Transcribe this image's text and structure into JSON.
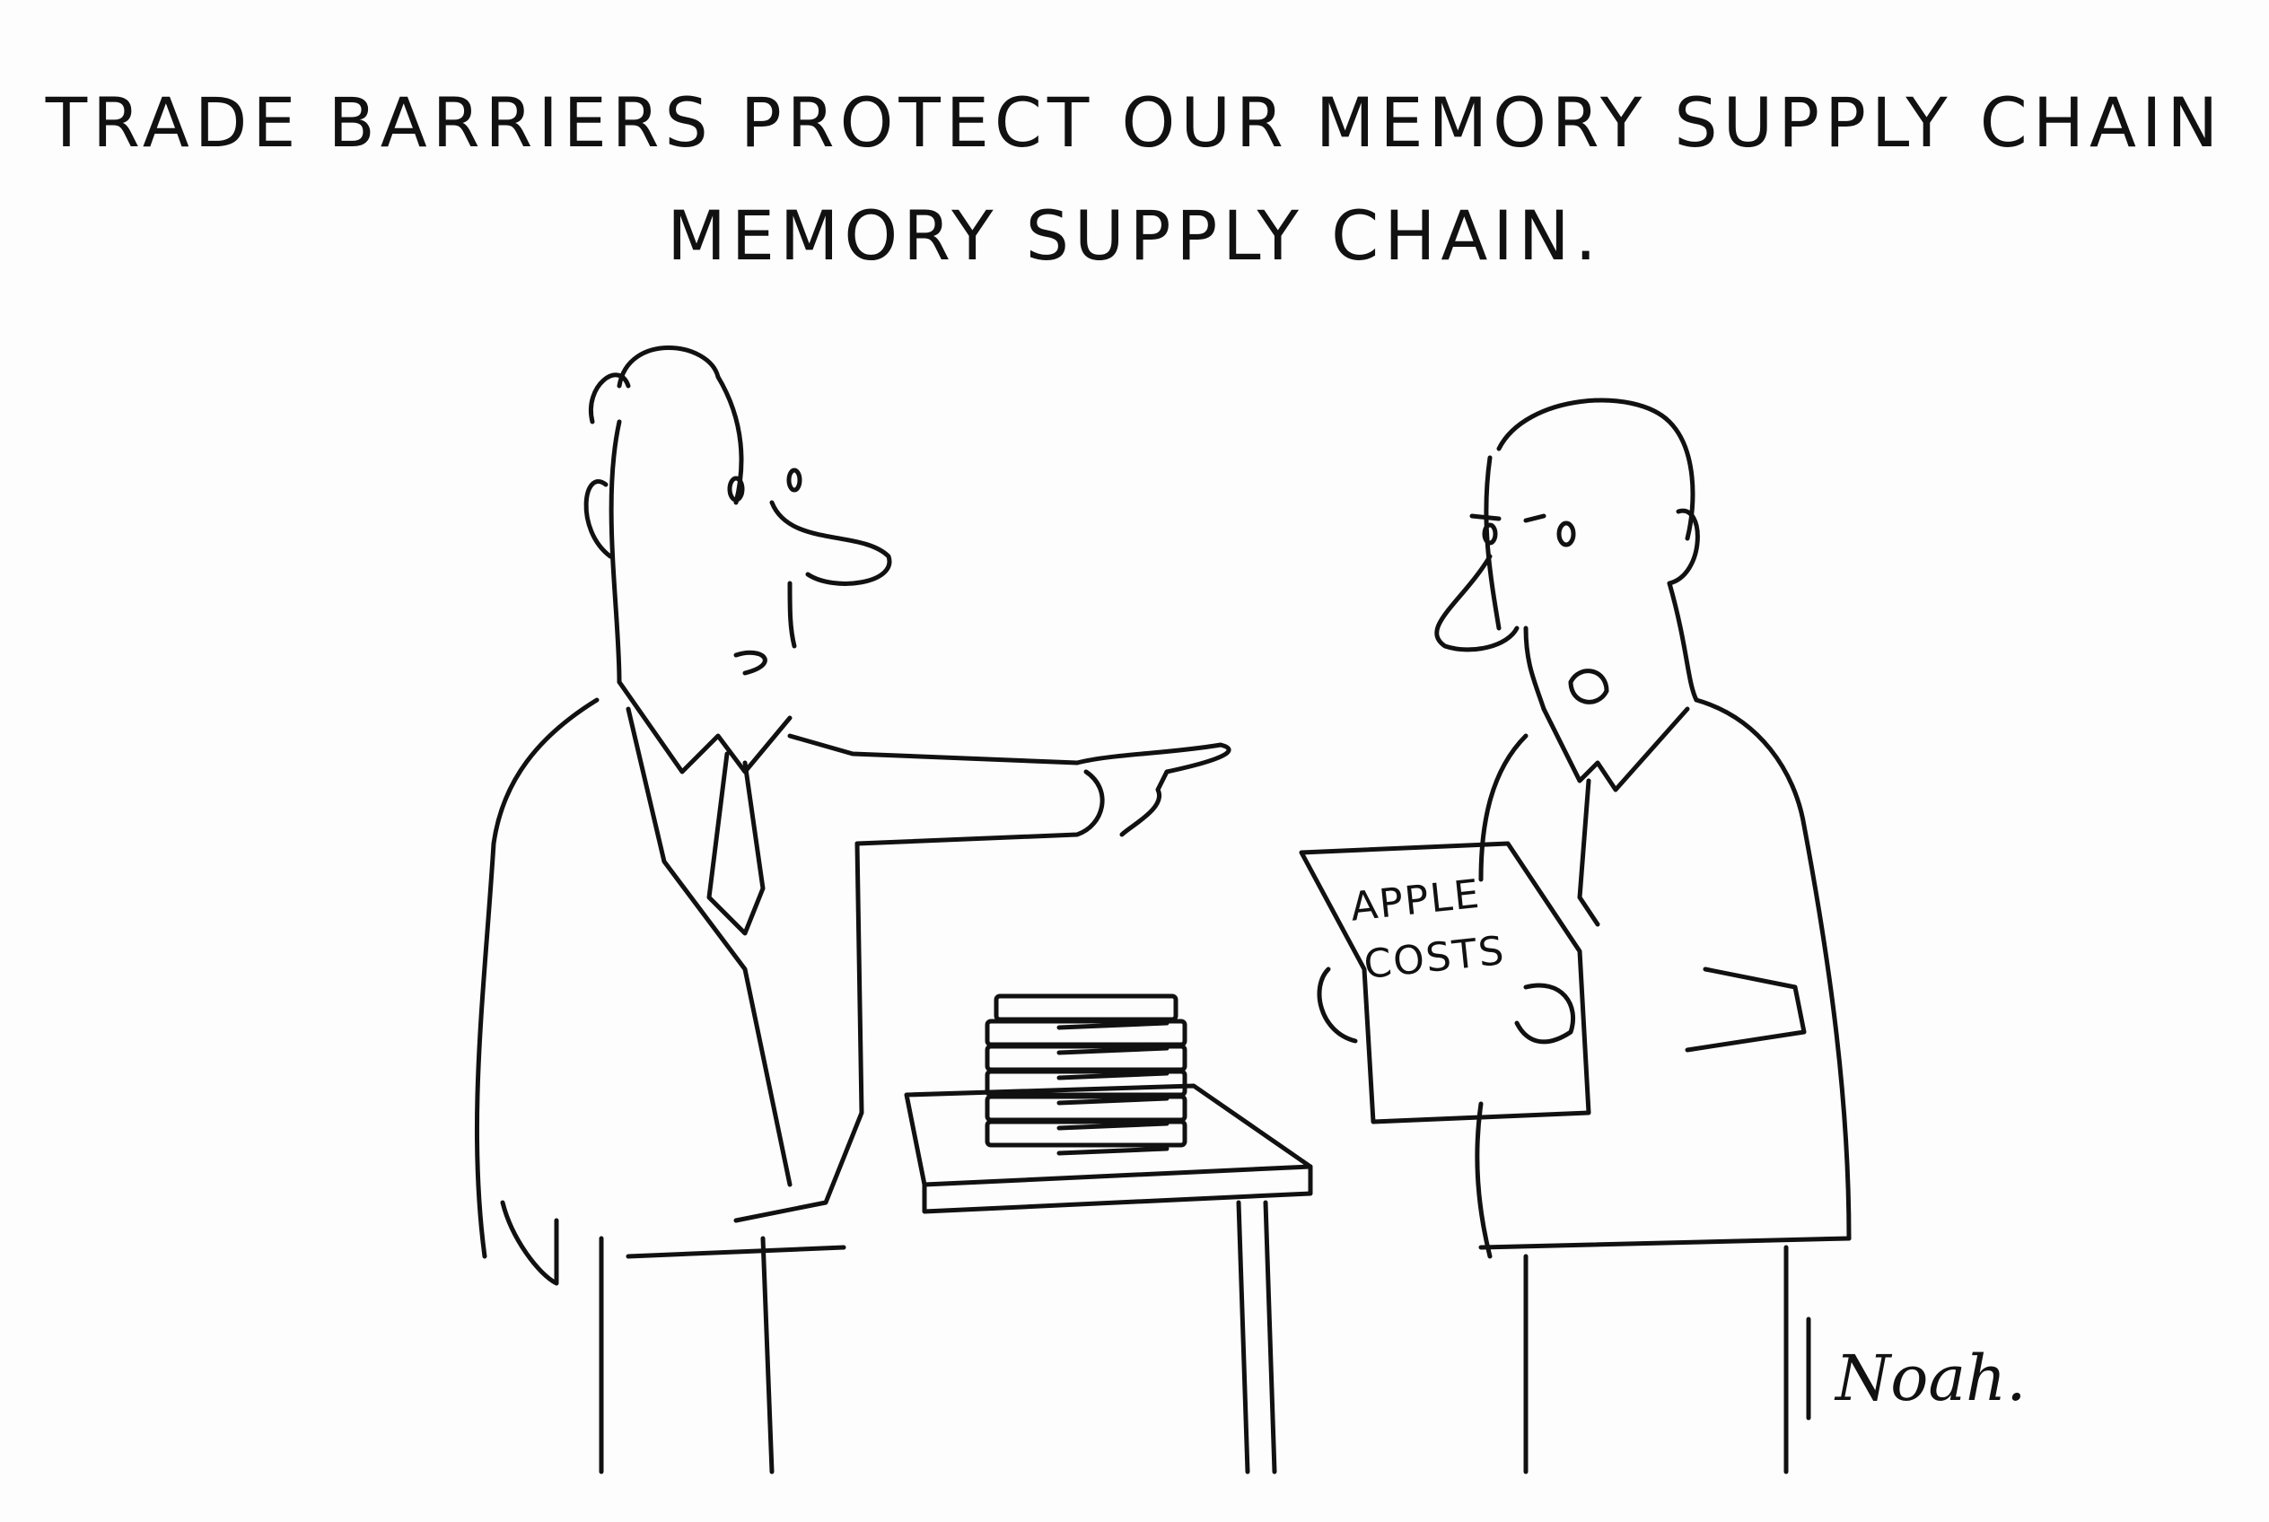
{
  "caption": {
    "line1": "TRADE BARRIERS PROTECT OUR MEMORY SUPPLY CHAIN",
    "line2": "MEMORY SUPPLY CHAIN."
  },
  "paper": {
    "line1": "APPLE",
    "line2": "COSTS"
  },
  "signature": "Noah.",
  "colors": {
    "ink": "#111111",
    "background": "#fdfdfd"
  }
}
